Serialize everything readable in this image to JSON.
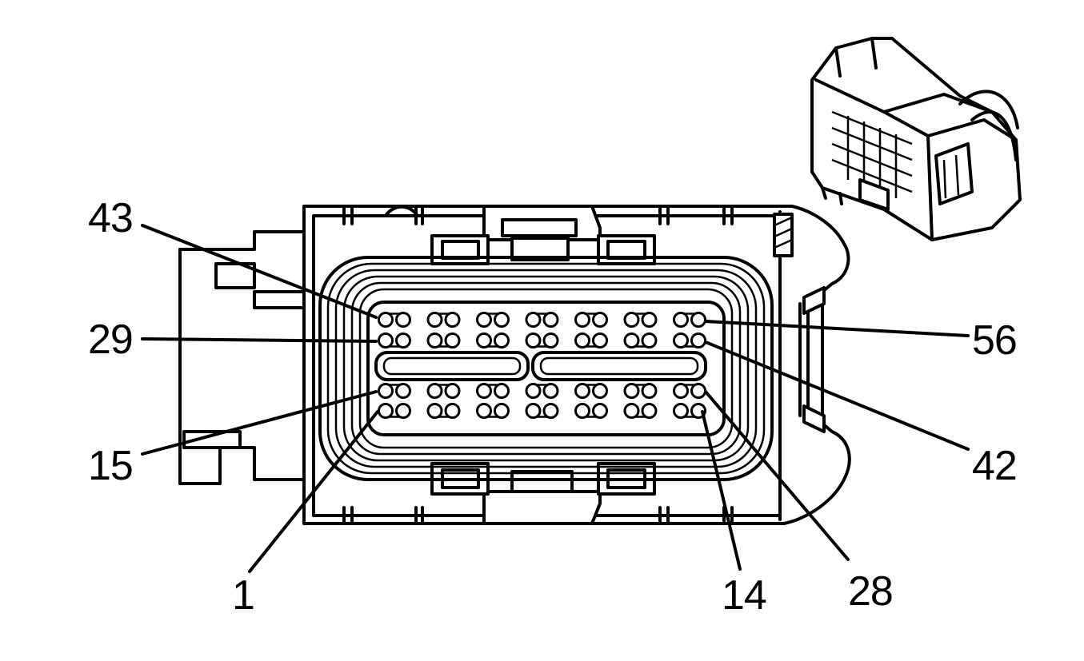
{
  "diagram": {
    "pin_labels": [
      {
        "id": "43",
        "text": "43"
      },
      {
        "id": "29",
        "text": "29"
      },
      {
        "id": "15",
        "text": "15"
      },
      {
        "id": "1",
        "text": "1"
      },
      {
        "id": "56",
        "text": "56"
      },
      {
        "id": "42",
        "text": "42"
      },
      {
        "id": "14",
        "text": "14"
      },
      {
        "id": "28",
        "text": "28"
      }
    ],
    "pin_rows": 4,
    "pin_groups_per_row": 7,
    "pins_per_group": 2,
    "ink_color": "#000000",
    "background_color": "#ffffff"
  }
}
